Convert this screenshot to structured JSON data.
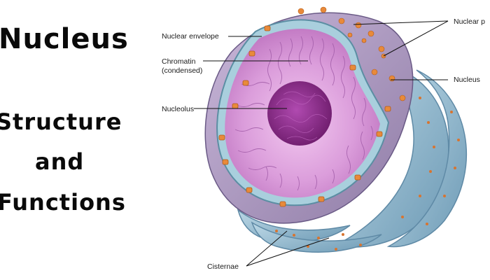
{
  "heading": {
    "title": "Nucleus",
    "line1": "Structure",
    "line2": "and",
    "line3": "Functions"
  },
  "labels": {
    "nuclear_envelope": "Nuclear envelope",
    "chromatin_line1": "Chromatin",
    "chromatin_line2": "(condensed)",
    "nucleolus": "Nucleolus",
    "nuclear_pores": "Nuclear p",
    "nucleus": "Nucleus",
    "cisternae": "Cisternae"
  },
  "colors": {
    "nucleoplasm": "#d59ad6",
    "nucleolus": "#8a2a88",
    "envelope": "#9cc6d6",
    "er_fill": "#8fb8cf",
    "pores": "#e88a3a",
    "text": "#111111"
  }
}
